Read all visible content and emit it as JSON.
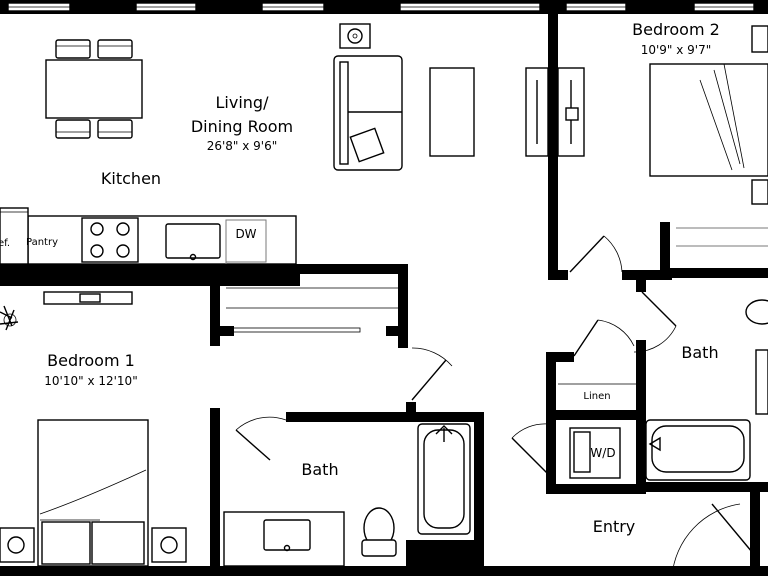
{
  "rooms": {
    "living": {
      "name_line1": "Living/",
      "name_line2": "Dining Room",
      "dims": "26'8\" x 9'6\""
    },
    "kitchen": {
      "name": "Kitchen"
    },
    "bedroom1": {
      "name": "Bedroom 1",
      "dims": "10'10\" x 12'10\""
    },
    "bedroom2": {
      "name": "Bedroom 2",
      "dims": "10'9\" x 9'7\""
    },
    "bath1": {
      "name": "Bath"
    },
    "bath2": {
      "name": "Bath"
    },
    "entry": {
      "name": "Entry"
    }
  },
  "fixtures": {
    "pantry": "Pantry",
    "fridge": "ef.",
    "dishwasher": "DW",
    "linen": "Linen",
    "washer_dryer": "W/D"
  }
}
